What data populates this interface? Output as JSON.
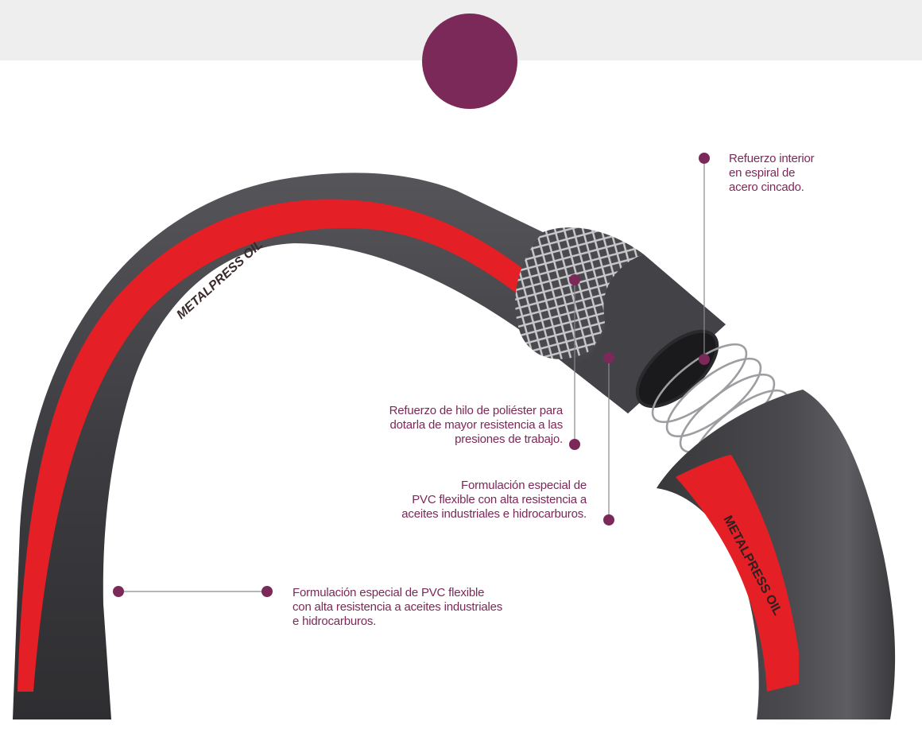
{
  "colors": {
    "accent": "#7b2958",
    "hose": "#3f3f43",
    "stripe": "#e41f26",
    "text": "#7b2958"
  },
  "hose": {
    "print_main": "METALPRESS OIL",
    "print_segment": "METALPRESS OIL"
  },
  "callouts": {
    "steel_spiral": "Refuerzo interior\nen espiral de\nacero cincado.",
    "polyester_thread": "Refuerzo de hilo de poliéster para\ndotarla de mayor resistencia a las\npresiones de trabajo.",
    "pvc_inner": "Formulación especial de\nPVC flexible con alta resistencia a\naceites industriales e hidrocarburos.",
    "pvc_outer": "Formulación especial de PVC flexible\ncon alta resistencia a aceites industriales\ne hidrocarburos."
  }
}
